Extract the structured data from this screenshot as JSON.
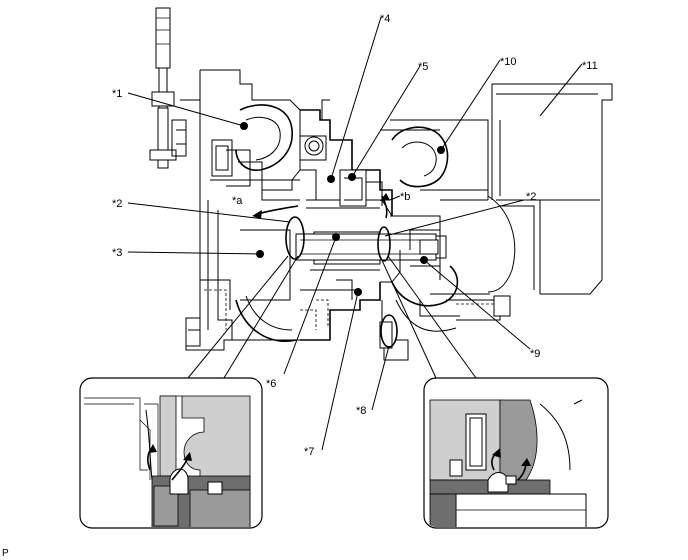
{
  "callouts": {
    "c1": "*1",
    "c2_left": "*2",
    "c2_right": "*2",
    "c3": "*3",
    "c4": "*4",
    "c5": "*5",
    "c6": "*6",
    "c7": "*7",
    "c8": "*8",
    "c9": "*9",
    "c10": "*10",
    "c11": "*11",
    "ca": "*a",
    "cb": "*b"
  },
  "footer_code": "P"
}
